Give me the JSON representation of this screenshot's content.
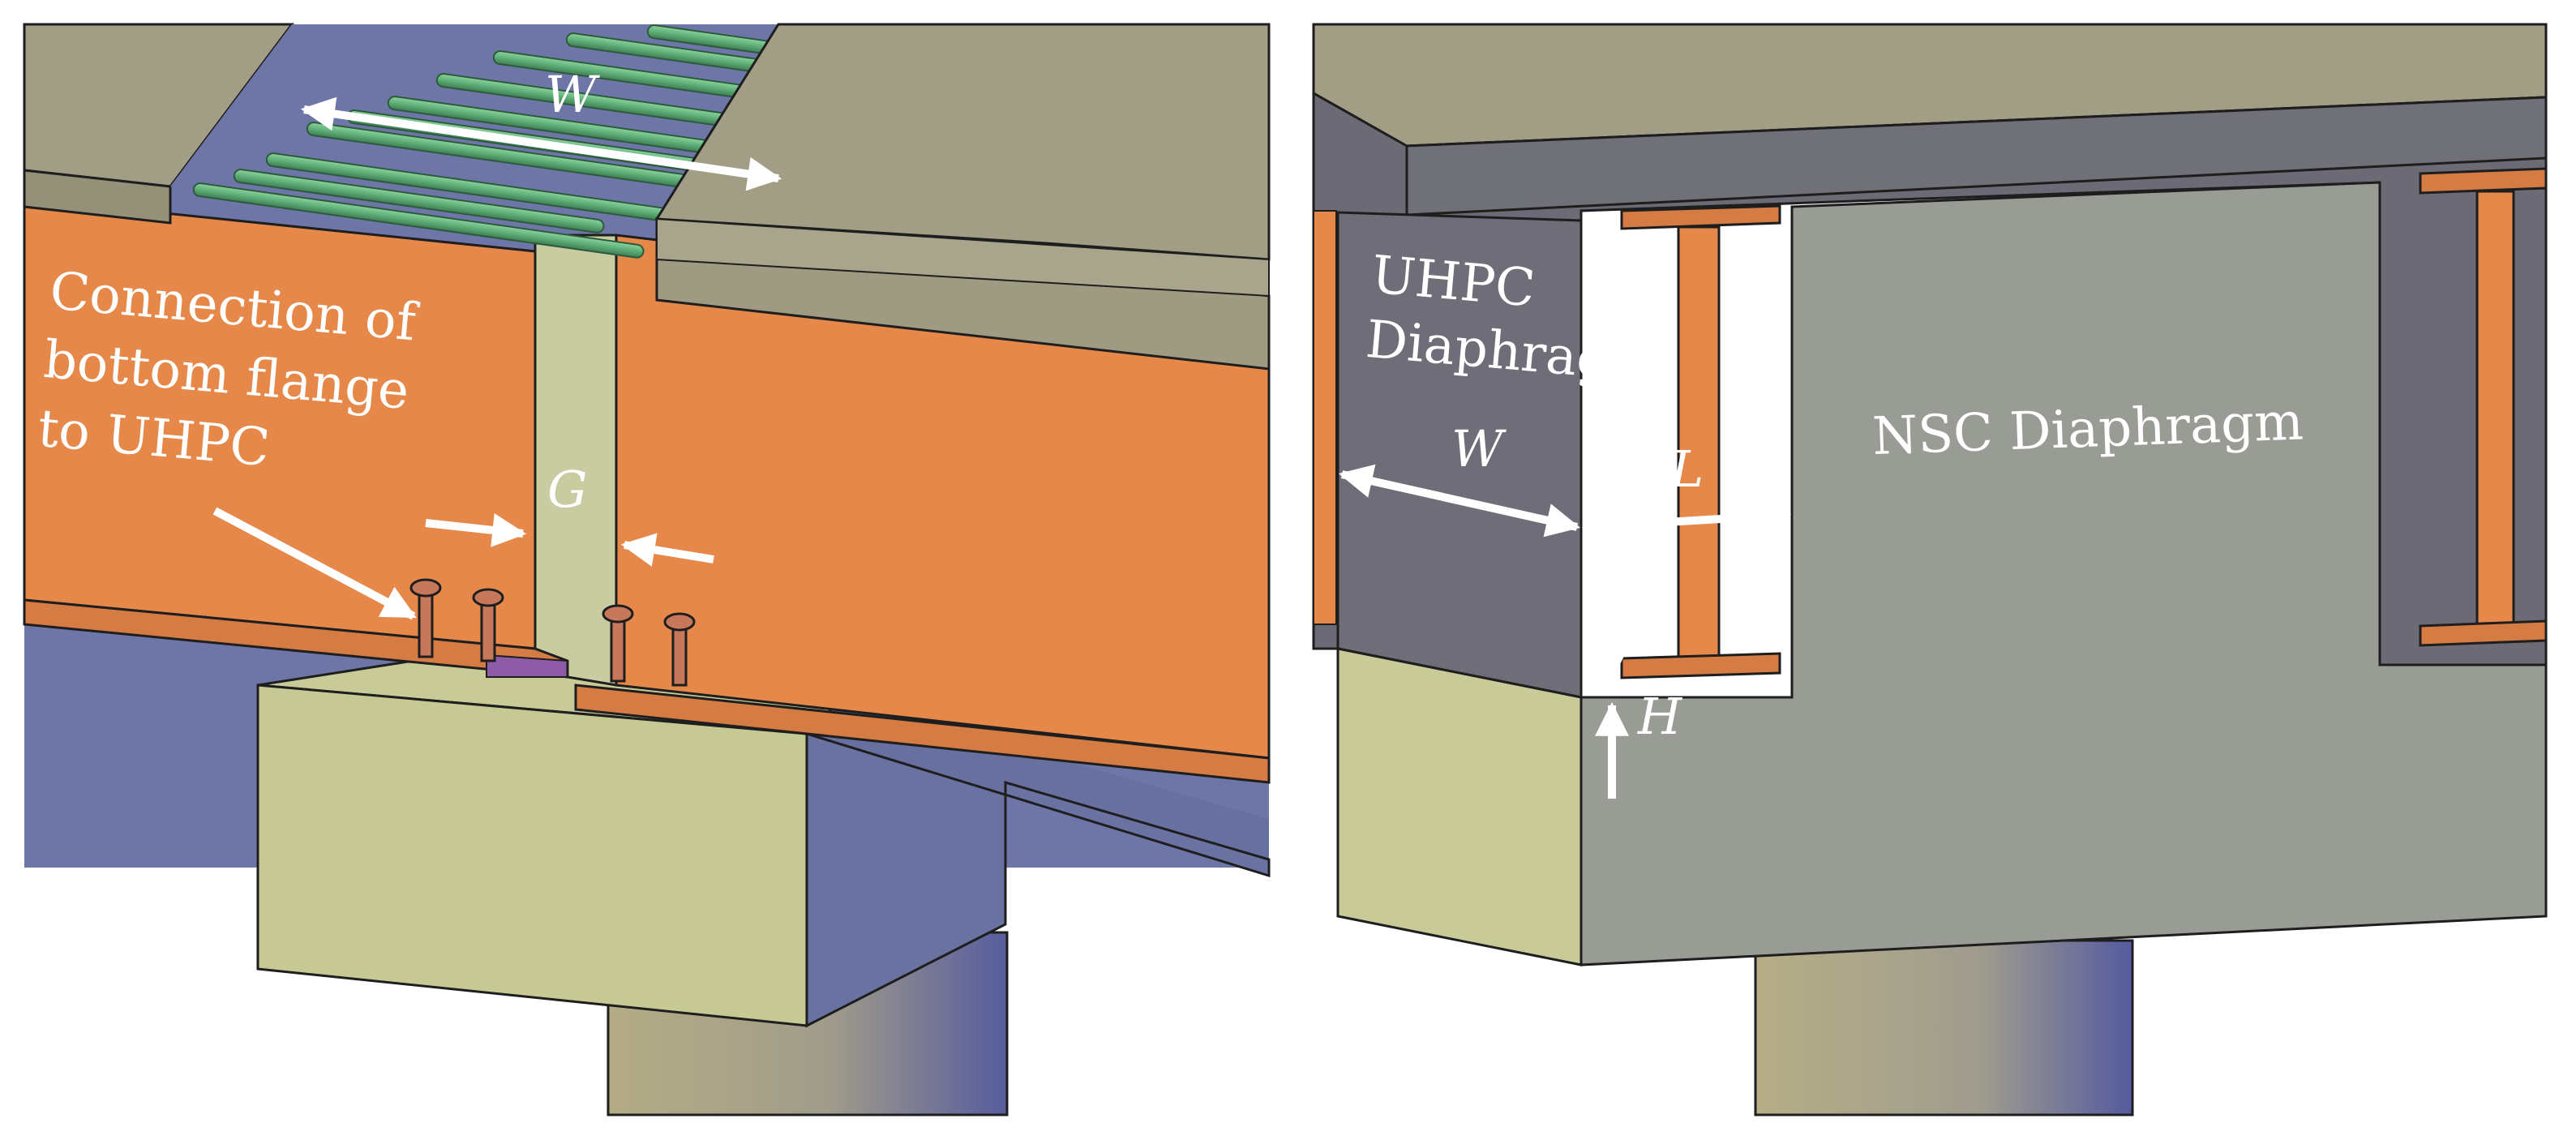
{
  "left_panel": {
    "labels": {
      "width": "W",
      "gap": "G",
      "connection_line1": "Connection of",
      "connection_line2": "bottom flange",
      "connection_line3": "to UHPC"
    }
  },
  "right_panel": {
    "labels": {
      "uhpc_line1": "UHPC",
      "uhpc_line2": "Diaphragm",
      "nsc": "NSC Diaphragm",
      "width": "W",
      "length": "L",
      "height": "H"
    }
  },
  "colors": {
    "steel": "#E6884A",
    "steel_dark": "#C26A3A",
    "deck": "#A29E86",
    "deck_side": "#8F8B74",
    "pier_cap": "#C8CB98",
    "shadow_blue": "#6870A0",
    "rebar": "#5FAE78",
    "uhpc_fill": "#C9CCA0",
    "diaphragm_dark": "#6B6A75",
    "nsc": "#989C95",
    "outline": "#1E1E1E",
    "arrow": "#FFFFFF"
  }
}
